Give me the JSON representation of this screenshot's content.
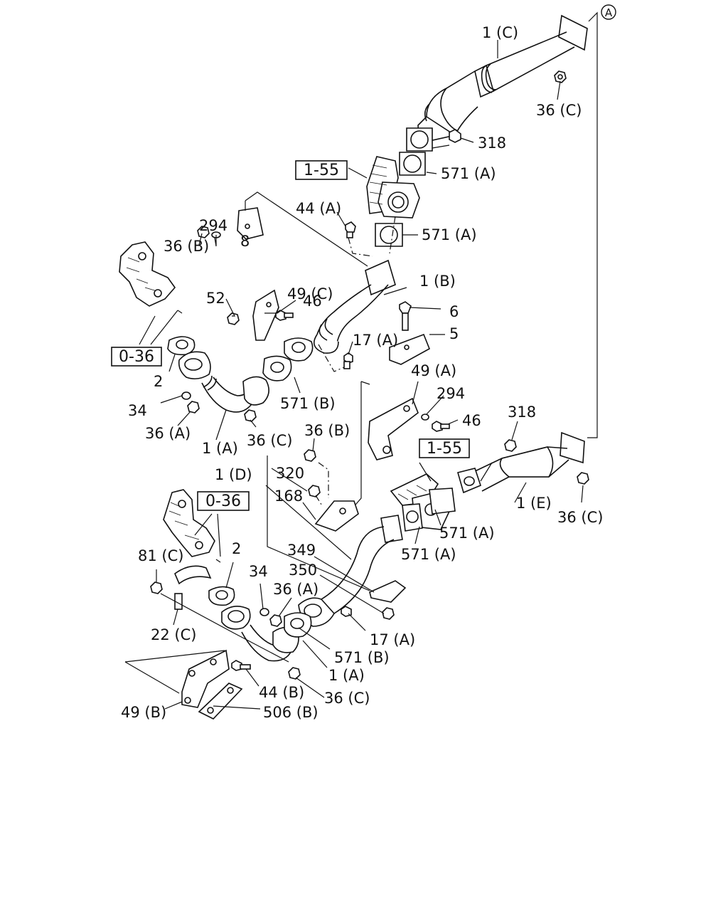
{
  "diagram": {
    "callout_letter": "A",
    "labels": {
      "l1c": "1 (C)",
      "l36c_top": "36 (C)",
      "l318_top": "318",
      "l155_top": "1-55",
      "l571a_1": "571 (A)",
      "l44a": "44 (A)",
      "l571a_2": "571 (A)",
      "l294_top": "294",
      "l36b_top": "36 (B)",
      "l8": "8",
      "l49c": "49 (C)",
      "l1b": "1 (B)",
      "l52": "52",
      "l46_top": "46",
      "l6": "6",
      "l036_top": "0-36",
      "l17a_top": "17 (A)",
      "l5": "5",
      "l2_top": "2",
      "l34_top": "34",
      "l36a_top": "36 (A)",
      "l571b_top": "571 (B)",
      "l1a_top": "1 (A)",
      "l36c_mid": "36 (C)",
      "l49a": "49 (A)",
      "l294_mid": "294",
      "l46_mid": "46",
      "l318_right": "318",
      "l36b_mid": "36 (B)",
      "l155_mid": "1-55",
      "l1d": "1 (D)",
      "l320": "320",
      "l168": "168",
      "l036_mid": "0-36",
      "l1e": "1 (E)",
      "l36c_right": "36 (C)",
      "l571a_3": "571 (A)",
      "l571a_4": "571 (A)",
      "l349": "349",
      "l81c": "81 (C)",
      "l2_bot": "2",
      "l34_bot": "34",
      "l350": "350",
      "l36a_bot": "36 (A)",
      "l22c": "22 (C)",
      "l17a_bot": "17 (A)",
      "l571b_bot": "571 (B)",
      "l1a_bot": "1 (A)",
      "l44b": "44 (B)",
      "l36c_bot": "36 (C)",
      "l49b": "49 (B)",
      "l506b": "506 (B)"
    }
  }
}
